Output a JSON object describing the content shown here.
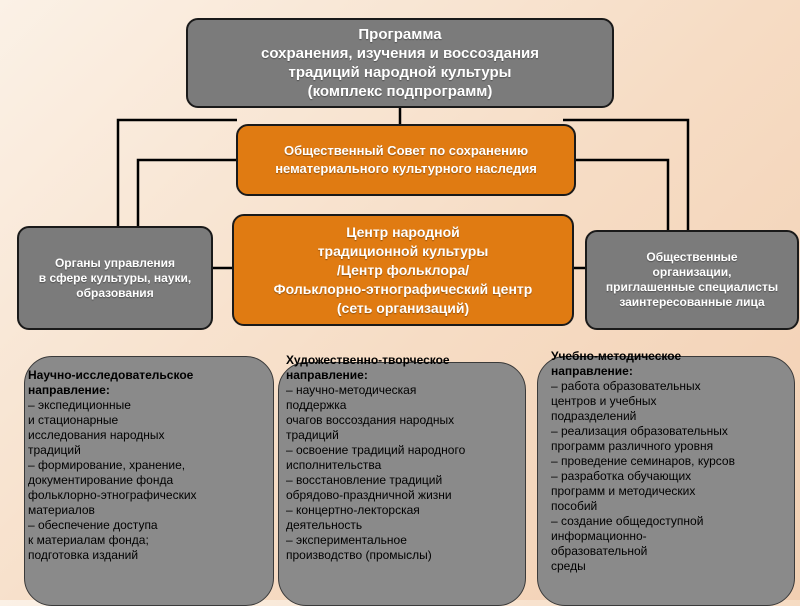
{
  "boxes": {
    "program": "Программа\nсохранения, изучения и воссоздания\nтрадиций народной культуры\n(комплекс подпрограмм)",
    "council": "Общественный Совет по сохранению\nнематериального культурного наследия",
    "center": "Центр народной\nтрадиционной культуры\n/Центр фольклора/\nФольклорно-этнографический центр\n(сеть организаций)",
    "governance": "Органы управления\nв сфере культуры, науки,\nобразования",
    "public_orgs": "Общественные\nорганизации,\nприглашенные специалисты\nзаинтересованные лица"
  },
  "directions": {
    "research": {
      "title": "Научно-исследовательское\nнаправление:",
      "items": [
        "– экспедиционные\nи стационарные\nисследования народных\nтрадиций",
        "– формирование, хранение,\nдокументирование фонда\nфольклорно-этнографических\nматериалов",
        "– обеспечение доступа\nк материалам фонда;\n подготовка изданий"
      ]
    },
    "artistic": {
      "title": "Художественно-творческое\nнаправление:",
      "items": [
        "– научно-методическая\nподдержка\nочагов воссоздания народных\nтрадиций",
        "– освоение традиций народного\nисполнительства",
        "– восстановление традиций\nобрядово-праздничной жизни",
        "– концертно-лекторская\nдеятельность",
        "– экспериментальное\nпроизводство (промыслы)"
      ]
    },
    "educational": {
      "title": "Учебно-методическое\nнаправление:",
      "items": [
        "– работа образовательных\nцентров и  учебных\nподразделений",
        "– реализация образовательных\nпрограмм различного уровня",
        "– проведение семинаров, курсов",
        "– разработка обучающих\nпрограмм и методических\nпособий",
        "– создание общедоступной\nинформационно-\nобразовательной\nсреды"
      ]
    }
  }
}
